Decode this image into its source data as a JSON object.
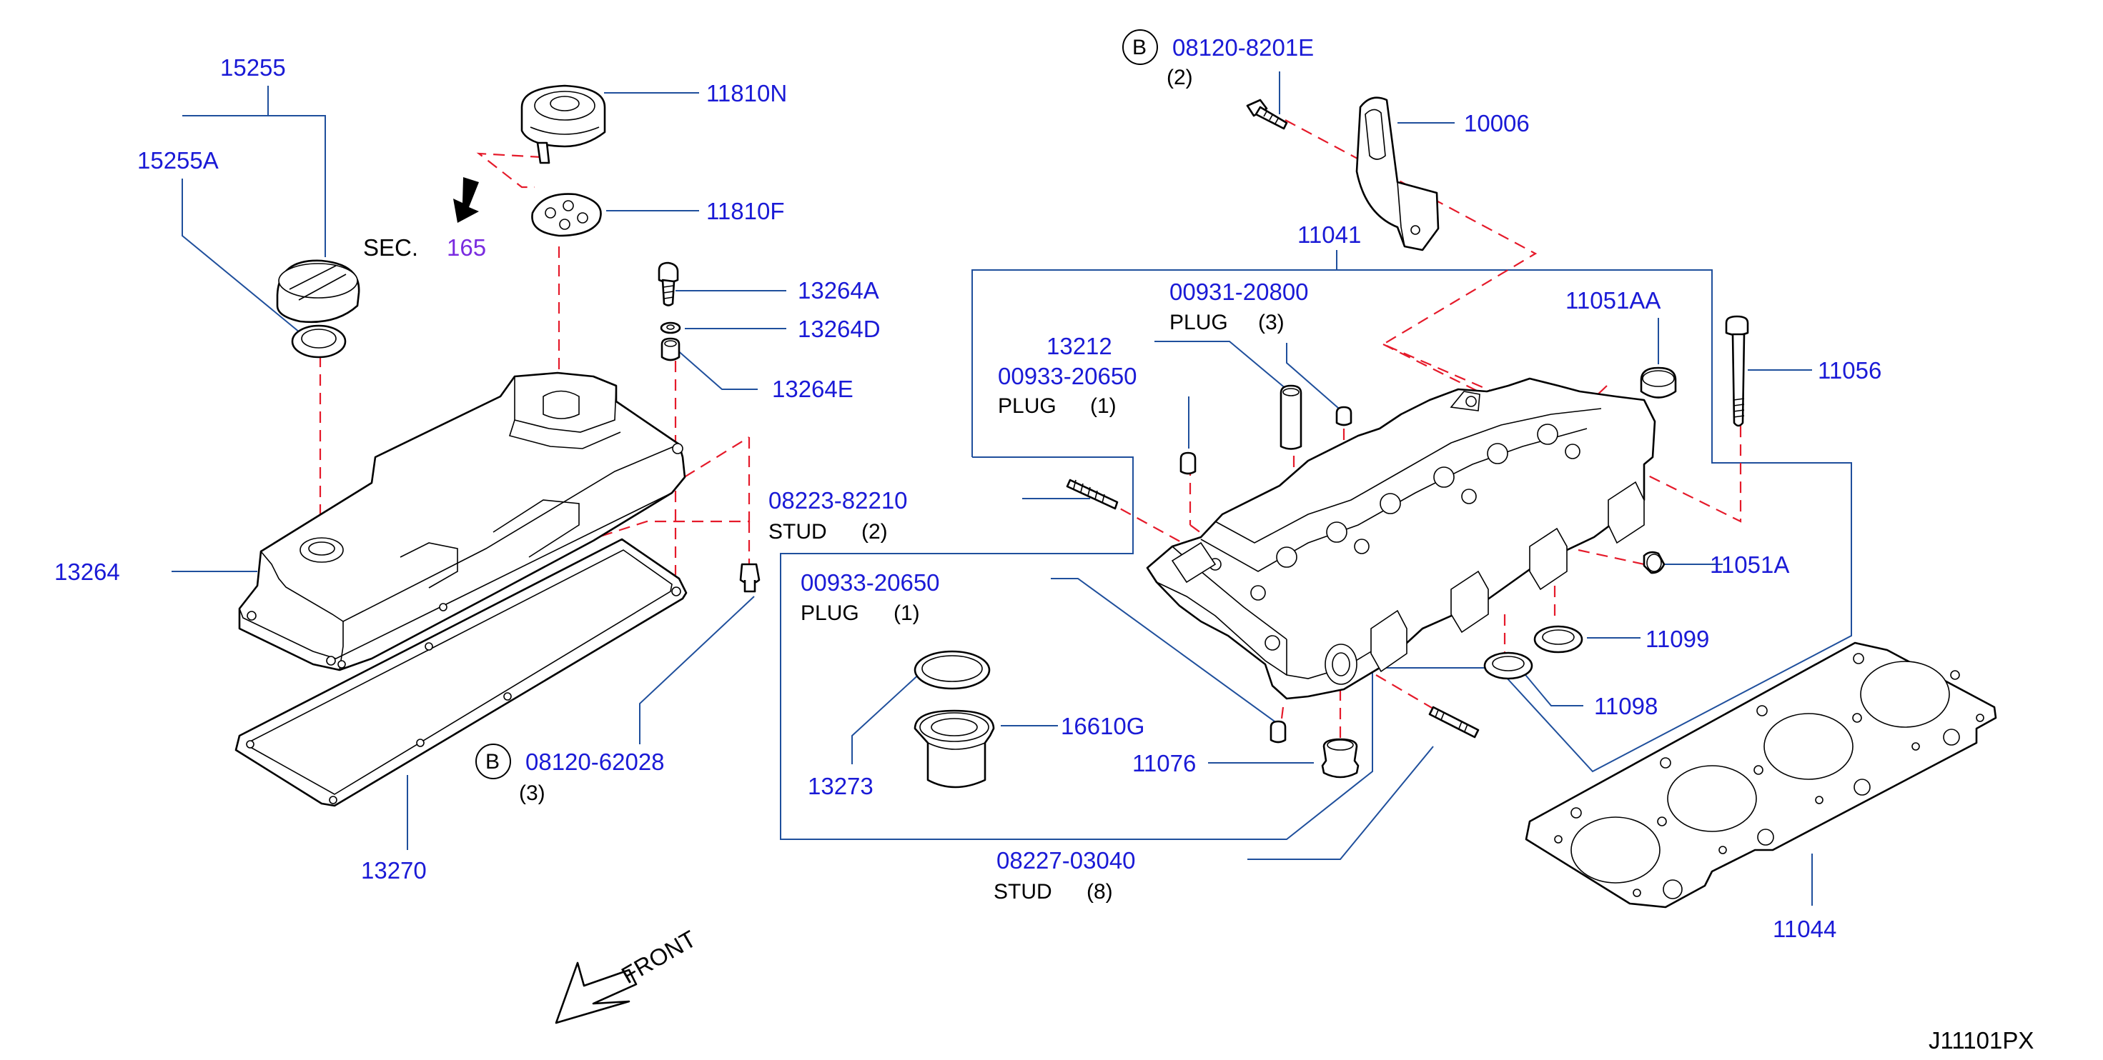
{
  "diagram_code": "J11101PX",
  "section": {
    "label": "SEC.",
    "number": "165"
  },
  "front_label": "FRONT",
  "callouts": {
    "c15255": "15255",
    "c15255A": "15255A",
    "c11810N": "11810N",
    "c11810F": "11810F",
    "c13264A": "13264A",
    "c13264D": "13264D",
    "c13264E": "13264E",
    "c13264": "13264",
    "c13270": "13270",
    "c08223": "08223-82210",
    "c08223_note": "STUD",
    "c08223_qty": "(2)",
    "c08120_62028": "08120-62028",
    "c08120_62028_marker": "B",
    "c08120_62028_qty": "(3)",
    "c08120_8201E": "08120-8201E",
    "c08120_8201E_marker": "B",
    "c08120_8201E_qty": "(2)",
    "c10006": "10006",
    "c11041": "11041",
    "c00931": "00931-20800",
    "c00931_note": "PLUG",
    "c00931_qty": "(3)",
    "c13212": "13212",
    "c00933a": "00933-20650",
    "c00933a_note": "PLUG",
    "c00933a_qty": "(1)",
    "c00933b": "00933-20650",
    "c00933b_note": "PLUG",
    "c00933b_qty": "(1)",
    "c11051AA": "11051AA",
    "c11056": "11056",
    "c11051A": "11051A",
    "c11099": "11099",
    "c11098": "11098",
    "c16610G": "16610G",
    "c13273": "13273",
    "c11076": "11076",
    "c08227": "08227-03040",
    "c08227_note": "STUD",
    "c08227_qty": "(8)",
    "c11044": "11044"
  }
}
